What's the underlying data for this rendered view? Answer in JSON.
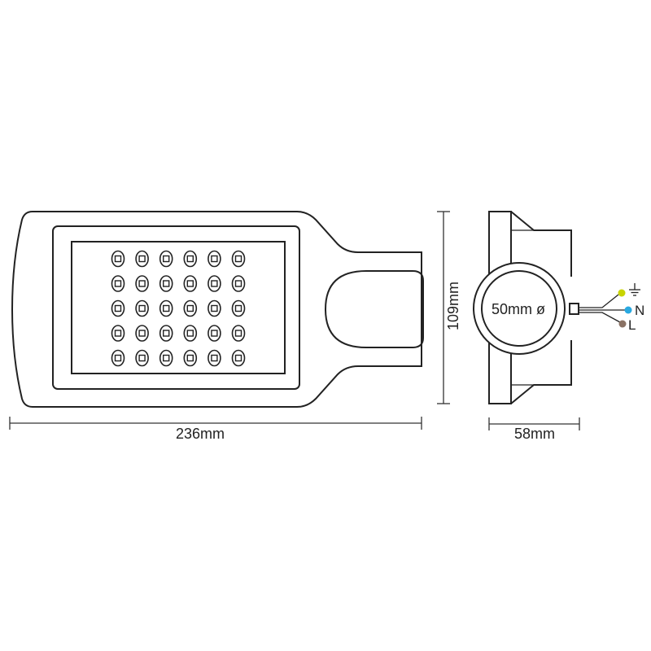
{
  "dimensions": {
    "width_label": "236mm",
    "height_label": "109mm",
    "depth_label": "58mm",
    "mount_label": "50mm ø"
  },
  "led_grid": {
    "rows": 5,
    "cols": 6
  },
  "wiring": {
    "earth_label": "⏚",
    "neutral_label": "N",
    "live_label": "L"
  },
  "colors": {
    "outline": "#222222",
    "earth_wire": "#c8d400",
    "earth_wire_alt": "#2e9b3a",
    "neutral_wire": "#29a9e1",
    "live_wire": "#8a7264"
  }
}
